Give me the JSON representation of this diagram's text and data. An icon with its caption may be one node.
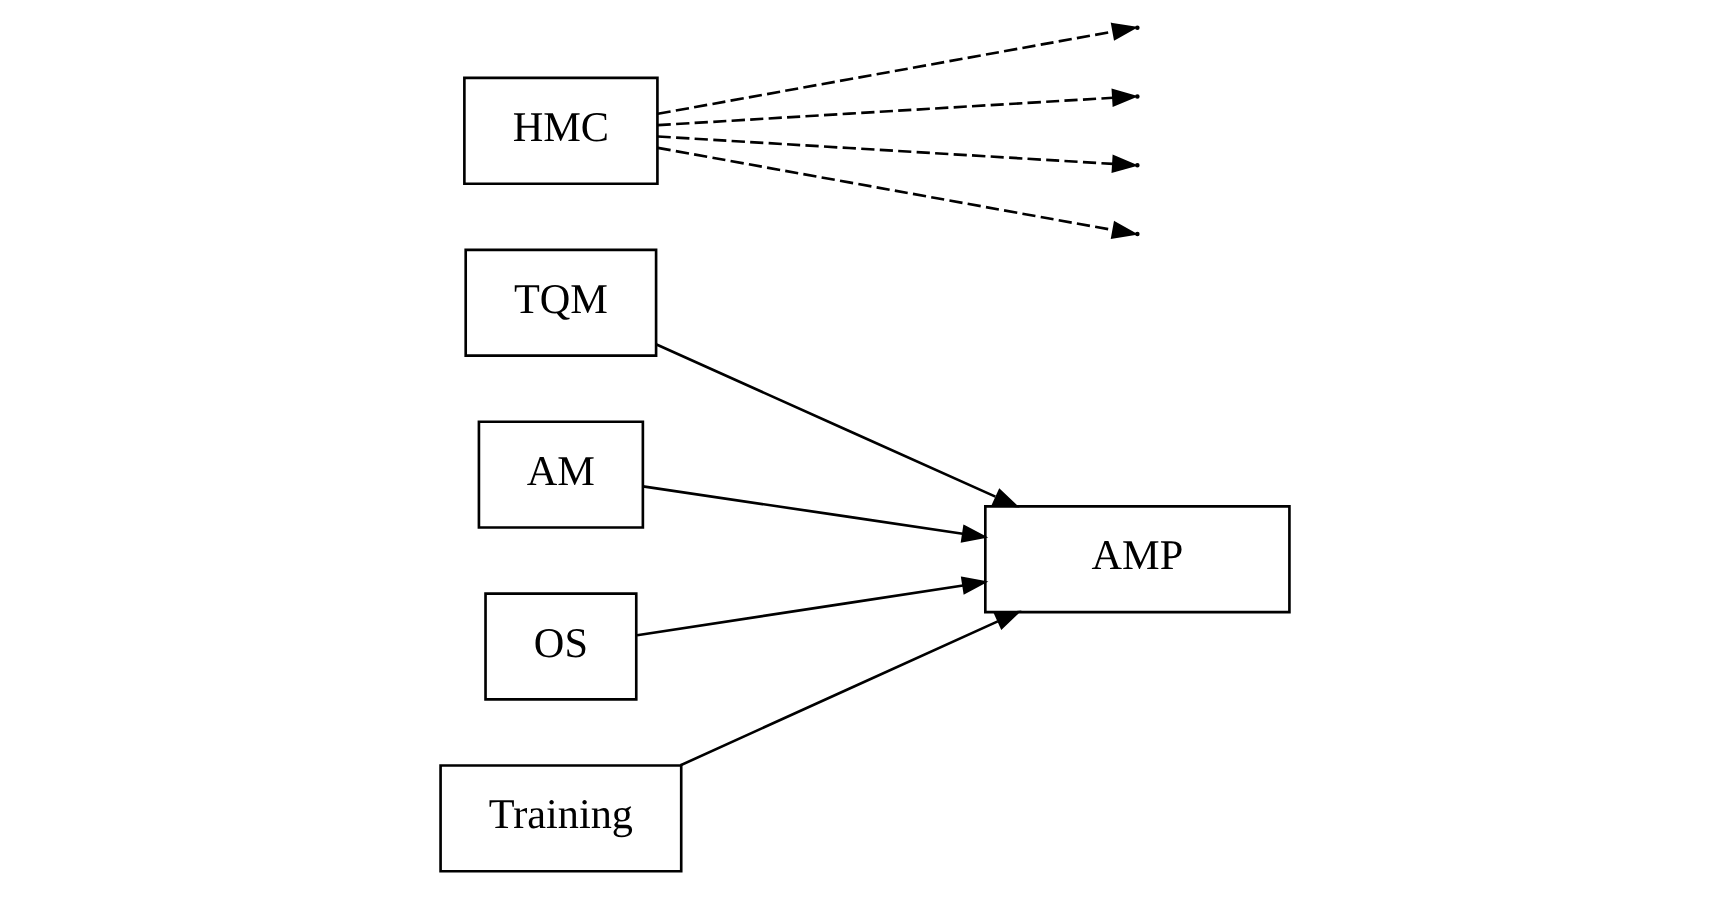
{
  "diagram": {
    "nodes": [
      {
        "text": [
          "TQM"
        ]
      },
      {
        "text": [
          "AM"
        ]
      },
      {
        "text": [
          "OS"
        ]
      },
      {
        "text": [
          "Training"
        ]
      },
      {
        "text": [
          "AMP"
        ]
      },
      {
        "text": [
          "HMC"
        ]
      }
    ],
    "edges": [
      {
        "from": 0,
        "to": 4,
        "arrow": "to"
      },
      {
        "from": 1,
        "to": 4,
        "arrow": "to"
      },
      {
        "from": 2,
        "to": 4,
        "arrow": "to"
      },
      {
        "from": 3,
        "to": 4,
        "arrow": "to"
      },
      {
        "from": 5,
        "to": null,
        "arrow": "to",
        "style": "dashed"
      },
      {
        "from": 5,
        "to": null,
        "arrow": "to",
        "style": "dashed"
      },
      {
        "from": 5,
        "to": null,
        "arrow": "to",
        "style": "dashed"
      },
      {
        "from": 5,
        "to": null,
        "arrow": "to",
        "style": "dashed"
      }
    ]
  }
}
